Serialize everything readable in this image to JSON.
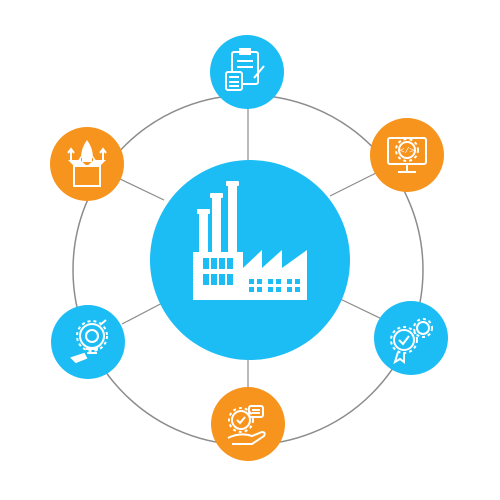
{
  "diagram": {
    "hub": {
      "icon": "factory-icon",
      "color": "#1CBDF5"
    },
    "ring_color": "#8C8C8C",
    "spoke_color": "#8C8C8C",
    "nodes": [
      {
        "id": "top",
        "icon": "planning-checklist-calculator-icon",
        "color": "#1CBDF5"
      },
      {
        "id": "upper-right",
        "icon": "monitor-gear-code-icon",
        "color": "#F7941D"
      },
      {
        "id": "lower-right",
        "icon": "gears-quality-badge-icon",
        "color": "#1CBDF5"
      },
      {
        "id": "bottom",
        "icon": "hand-gear-chat-check-icon",
        "color": "#F7941D"
      },
      {
        "id": "lower-left",
        "icon": "lightbulb-gear-hand-icon",
        "color": "#1CBDF5"
      },
      {
        "id": "upper-left",
        "icon": "rocket-box-launch-icon",
        "color": "#F7941D"
      }
    ]
  }
}
